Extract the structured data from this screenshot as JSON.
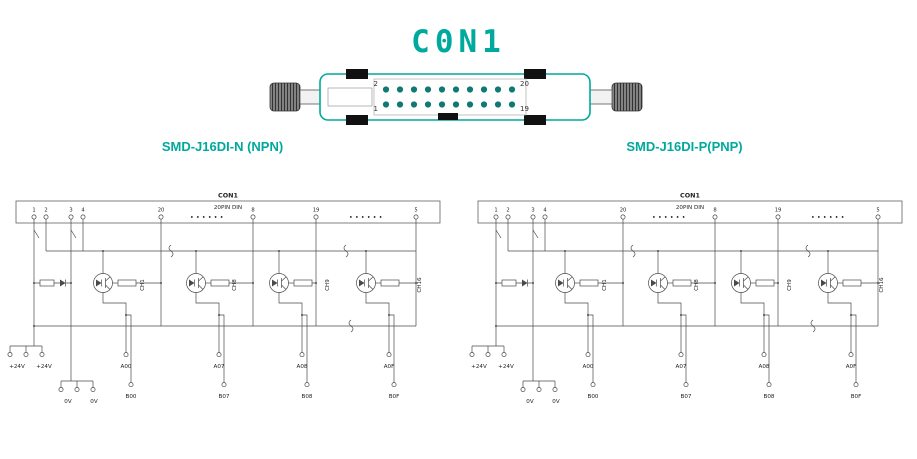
{
  "title": "C0N1",
  "colors": {
    "accent": "#00A99D",
    "connector_pin_dot": "#0E7A72"
  },
  "connector": {
    "pin_top_left": "2",
    "pin_top_right": "20",
    "pin_bottom_left": "1",
    "pin_bottom_right": "19"
  },
  "left": {
    "variant_label": "SMD-J16DI-N (NPN)",
    "con_name": "CON1",
    "con_type": "20PIN DIN",
    "pins": [
      "1",
      "2",
      "3",
      "4",
      "20",
      "8",
      "19",
      "5"
    ],
    "dots": "• • • • • •",
    "channels": [
      "CH1",
      "CH8",
      "CH9",
      "CH16"
    ],
    "power": [
      "+24V",
      "+24V"
    ],
    "ground": [
      "0V",
      "0V"
    ],
    "a_terminals": [
      "A00",
      "A07",
      "A08",
      "A0F"
    ],
    "b_terminals": [
      "B00",
      "B07",
      "B08",
      "B0F"
    ]
  },
  "right": {
    "variant_label": "SMD-J16DI-P(PNP)",
    "con_name": "CON1",
    "con_type": "20PIN DIN",
    "pins": [
      "1",
      "2",
      "3",
      "4",
      "20",
      "8",
      "19",
      "5"
    ],
    "dots": "• • • • • •",
    "channels": [
      "CH1",
      "CH8",
      "CH9",
      "CH16"
    ],
    "power": [
      "+24V",
      "+24V"
    ],
    "ground": [
      "0V",
      "0V"
    ],
    "a_terminals": [
      "A00",
      "A07",
      "A08",
      "A0F"
    ],
    "b_terminals": [
      "B00",
      "B07",
      "B08",
      "B0F"
    ]
  }
}
